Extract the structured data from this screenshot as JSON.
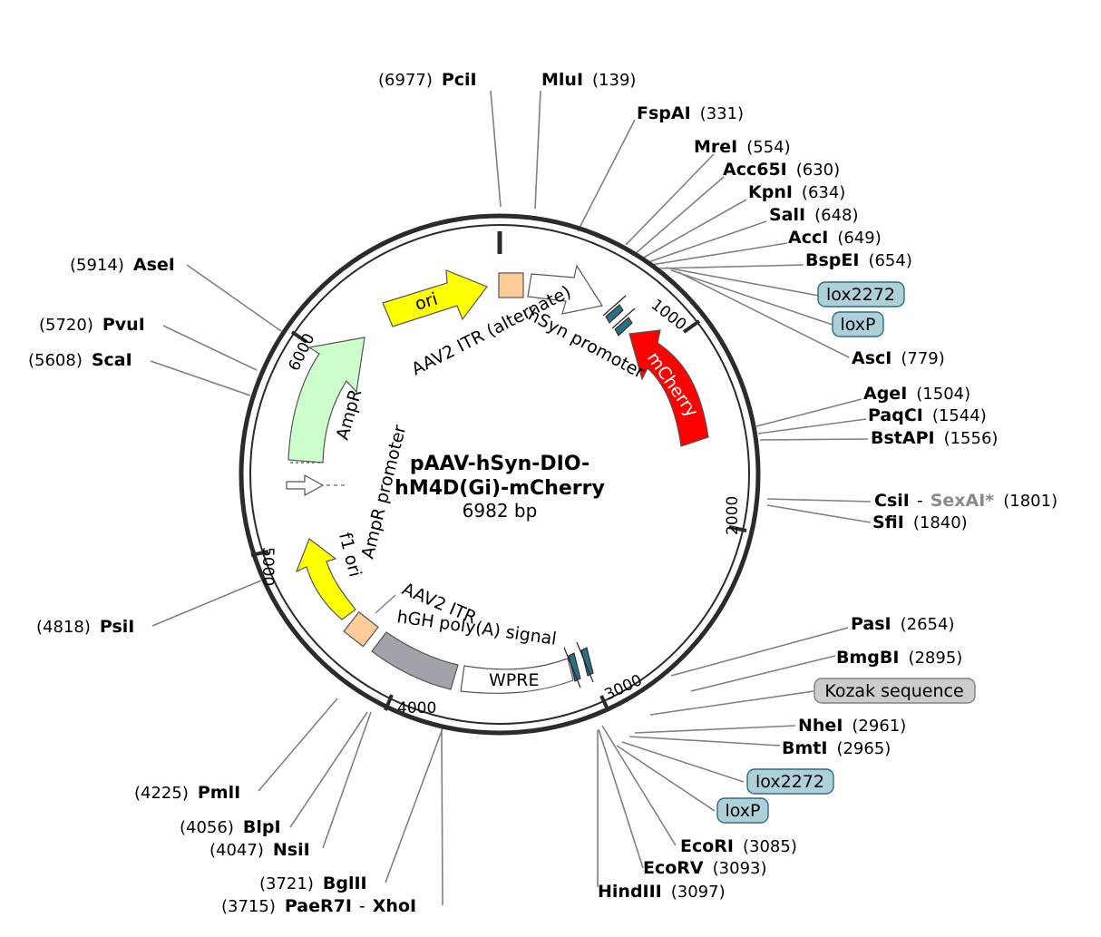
{
  "title_line1": "pAAV-hSyn-DIO-",
  "title_line2": "hM4D(Gi)-mCherry",
  "size_text": "6982 bp",
  "ticks": [
    "1000",
    "2000",
    "3000",
    "4000",
    "5000",
    "6000"
  ],
  "features": {
    "ori": "ori",
    "mcherry": "mCherry",
    "hsyn": "hSyn promoter",
    "itr_alt": "AAV2 ITR (alternate)",
    "ampr": "AmpR",
    "ampr_promoter": "AmpR promoter",
    "f1_ori": "f1 ori",
    "itr": "AAV2 ITR",
    "hgh": "hGH poly(A) signal",
    "wpre": "WPRE"
  },
  "enzymes": {
    "pcii": {
      "name": "PciI",
      "pos": "(6977)"
    },
    "mlui": {
      "name": "MluI",
      "pos": "(139)"
    },
    "fspai": {
      "name": "FspAI",
      "pos": "(331)"
    },
    "mrei": {
      "name": "MreI",
      "pos": "(554)"
    },
    "acc65i": {
      "name": "Acc65I",
      "pos": "(630)"
    },
    "kpni": {
      "name": "KpnI",
      "pos": "(634)"
    },
    "sali": {
      "name": "SalI",
      "pos": "(648)"
    },
    "acci": {
      "name": "AccI",
      "pos": "(649)"
    },
    "bspei": {
      "name": "BspEI",
      "pos": "(654)"
    },
    "asci": {
      "name": "AscI",
      "pos": "(779)"
    },
    "agei": {
      "name": "AgeI",
      "pos": "(1504)"
    },
    "paqci": {
      "name": "PaqCI",
      "pos": "(1544)"
    },
    "bstapi": {
      "name": "BstAPI",
      "pos": "(1556)"
    },
    "csii": {
      "name": "CsiI",
      "sep": "-",
      "alt": "SexAI*",
      "pos": "(1801)"
    },
    "sfii": {
      "name": "SfiI",
      "pos": "(1840)"
    },
    "pasi": {
      "name": "PasI",
      "pos": "(2654)"
    },
    "bmgbi": {
      "name": "BmgBI",
      "pos": "(2895)"
    },
    "nhei": {
      "name": "NheI",
      "pos": "(2961)"
    },
    "bmti": {
      "name": "BmtI",
      "pos": "(2965)"
    },
    "ecori": {
      "name": "EcoRI",
      "pos": "(3085)"
    },
    "ecorv": {
      "name": "EcoRV",
      "pos": "(3093)"
    },
    "hindiii": {
      "name": "HindIII",
      "pos": "(3097)"
    },
    "asei": {
      "name": "AseI",
      "pos": "(5914)"
    },
    "pvui": {
      "name": "PvuI",
      "pos": "(5720)"
    },
    "scai": {
      "name": "ScaI",
      "pos": "(5608)"
    },
    "psii": {
      "name": "PsiI",
      "pos": "(4818)"
    },
    "pmli": {
      "name": "PmlI",
      "pos": "(4225)"
    },
    "blpi": {
      "name": "BlpI",
      "pos": "(4056)"
    },
    "nsii": {
      "name": "NsiI",
      "pos": "(4047)"
    },
    "bglii": {
      "name": "BglII",
      "pos": "(3721)"
    },
    "paer7i": {
      "name": "PaeR7I",
      "sep": "-",
      "alt": "XhoI",
      "pos": "(3715)"
    }
  },
  "badges": {
    "lox2272_top": "lox2272",
    "loxp_top": "loxP",
    "kozak": "Kozak sequence",
    "lox2272_bottom": "lox2272",
    "loxp_bottom": "loxP"
  },
  "colors": {
    "ori": "#ffff00",
    "mcherry": "#ff0000",
    "ampr": "#ccffcc",
    "itr": "#ffcc99",
    "wpre_gray": "#a0a4aa",
    "lox": "#2c6e80",
    "lox_badge": "#aed0d9",
    "kozak_badge": "#cccccc"
  }
}
